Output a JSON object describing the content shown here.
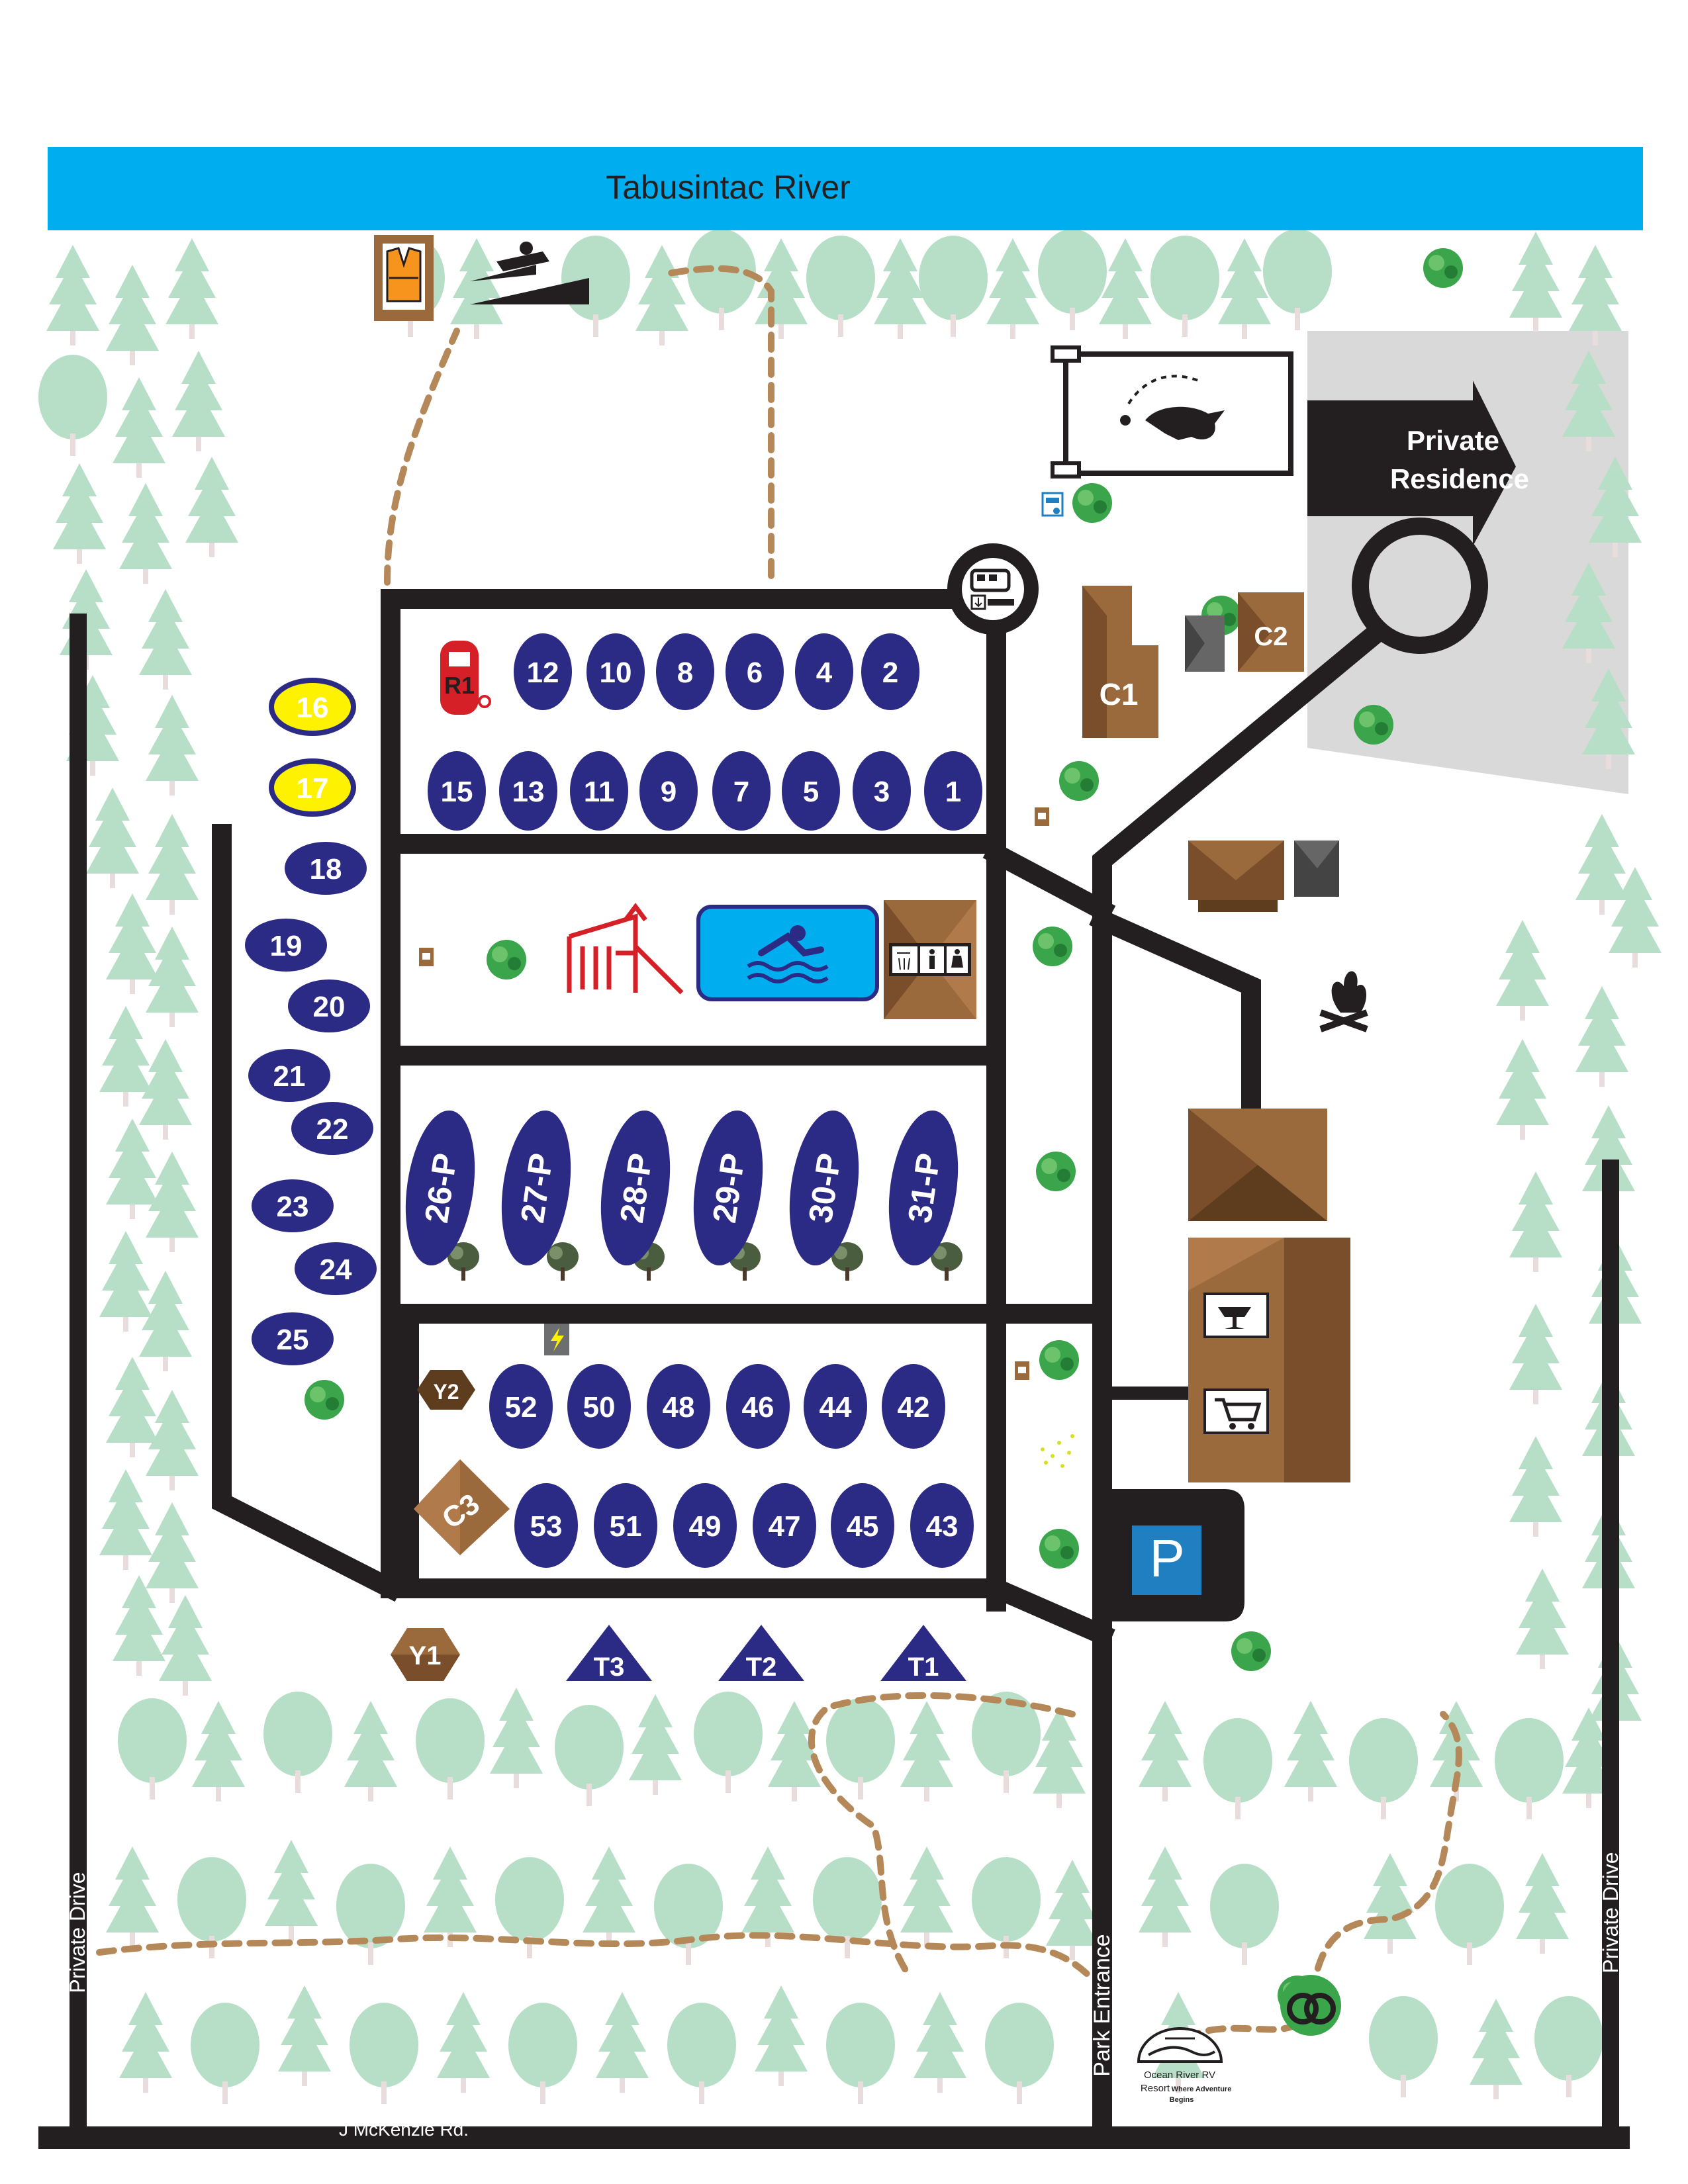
{
  "river": {
    "name": "Tabusintac River"
  },
  "roads": {
    "bottom": "J McKenzie Rd.",
    "left": "Private Drive",
    "right": "Private Drive",
    "entrance": "Park Entrance"
  },
  "private_residence": {
    "line1": "Private",
    "line2": "Residence"
  },
  "parking": {
    "label": "P"
  },
  "colors": {
    "river": "#00aeef",
    "site": "#2b2a85",
    "site_highlight": "#fff200",
    "road": "#231f20",
    "tree": "#b7dfc7",
    "bush": "#3aa54a",
    "building": "#9b6a3c",
    "parking": "#1f7fc1",
    "private_area": "#d9d9d9",
    "trail": "#b5885a"
  },
  "sites": {
    "upper_top": [
      "12",
      "10",
      "8",
      "6",
      "4",
      "2"
    ],
    "upper_bottom": [
      "15",
      "13",
      "11",
      "9",
      "7",
      "5",
      "3",
      "1"
    ],
    "left_column": [
      "16",
      "17",
      "18",
      "19",
      "20",
      "21",
      "22",
      "23",
      "24",
      "25"
    ],
    "premium": [
      "26-P",
      "27-P",
      "28-P",
      "29-P",
      "30-P",
      "31-P"
    ],
    "lower_top": [
      "52",
      "50",
      "48",
      "46",
      "44",
      "42"
    ],
    "lower_bottom": [
      "53",
      "51",
      "49",
      "47",
      "45",
      "43"
    ],
    "rental": "R1"
  },
  "cabins": [
    "C1",
    "C2",
    "C3"
  ],
  "yurts": [
    "Y1",
    "Y2"
  ],
  "tents": [
    "T3",
    "T2",
    "T1"
  ],
  "logo": {
    "name": "Ocean River RV",
    "line2": "Resort",
    "tagline_a": "Where Adventure",
    "tagline_b": "Begins"
  },
  "icons": [
    "life-jacket-icon",
    "boat-launch-icon",
    "dog-park-icon",
    "water-tap-icon",
    "dump-station-icon",
    "playground-icon",
    "pool-icon",
    "washroom-icon",
    "campfire-icon",
    "wine-glass-icon",
    "shopping-cart-icon",
    "electrical-icon",
    "wedding-rings-icon"
  ]
}
